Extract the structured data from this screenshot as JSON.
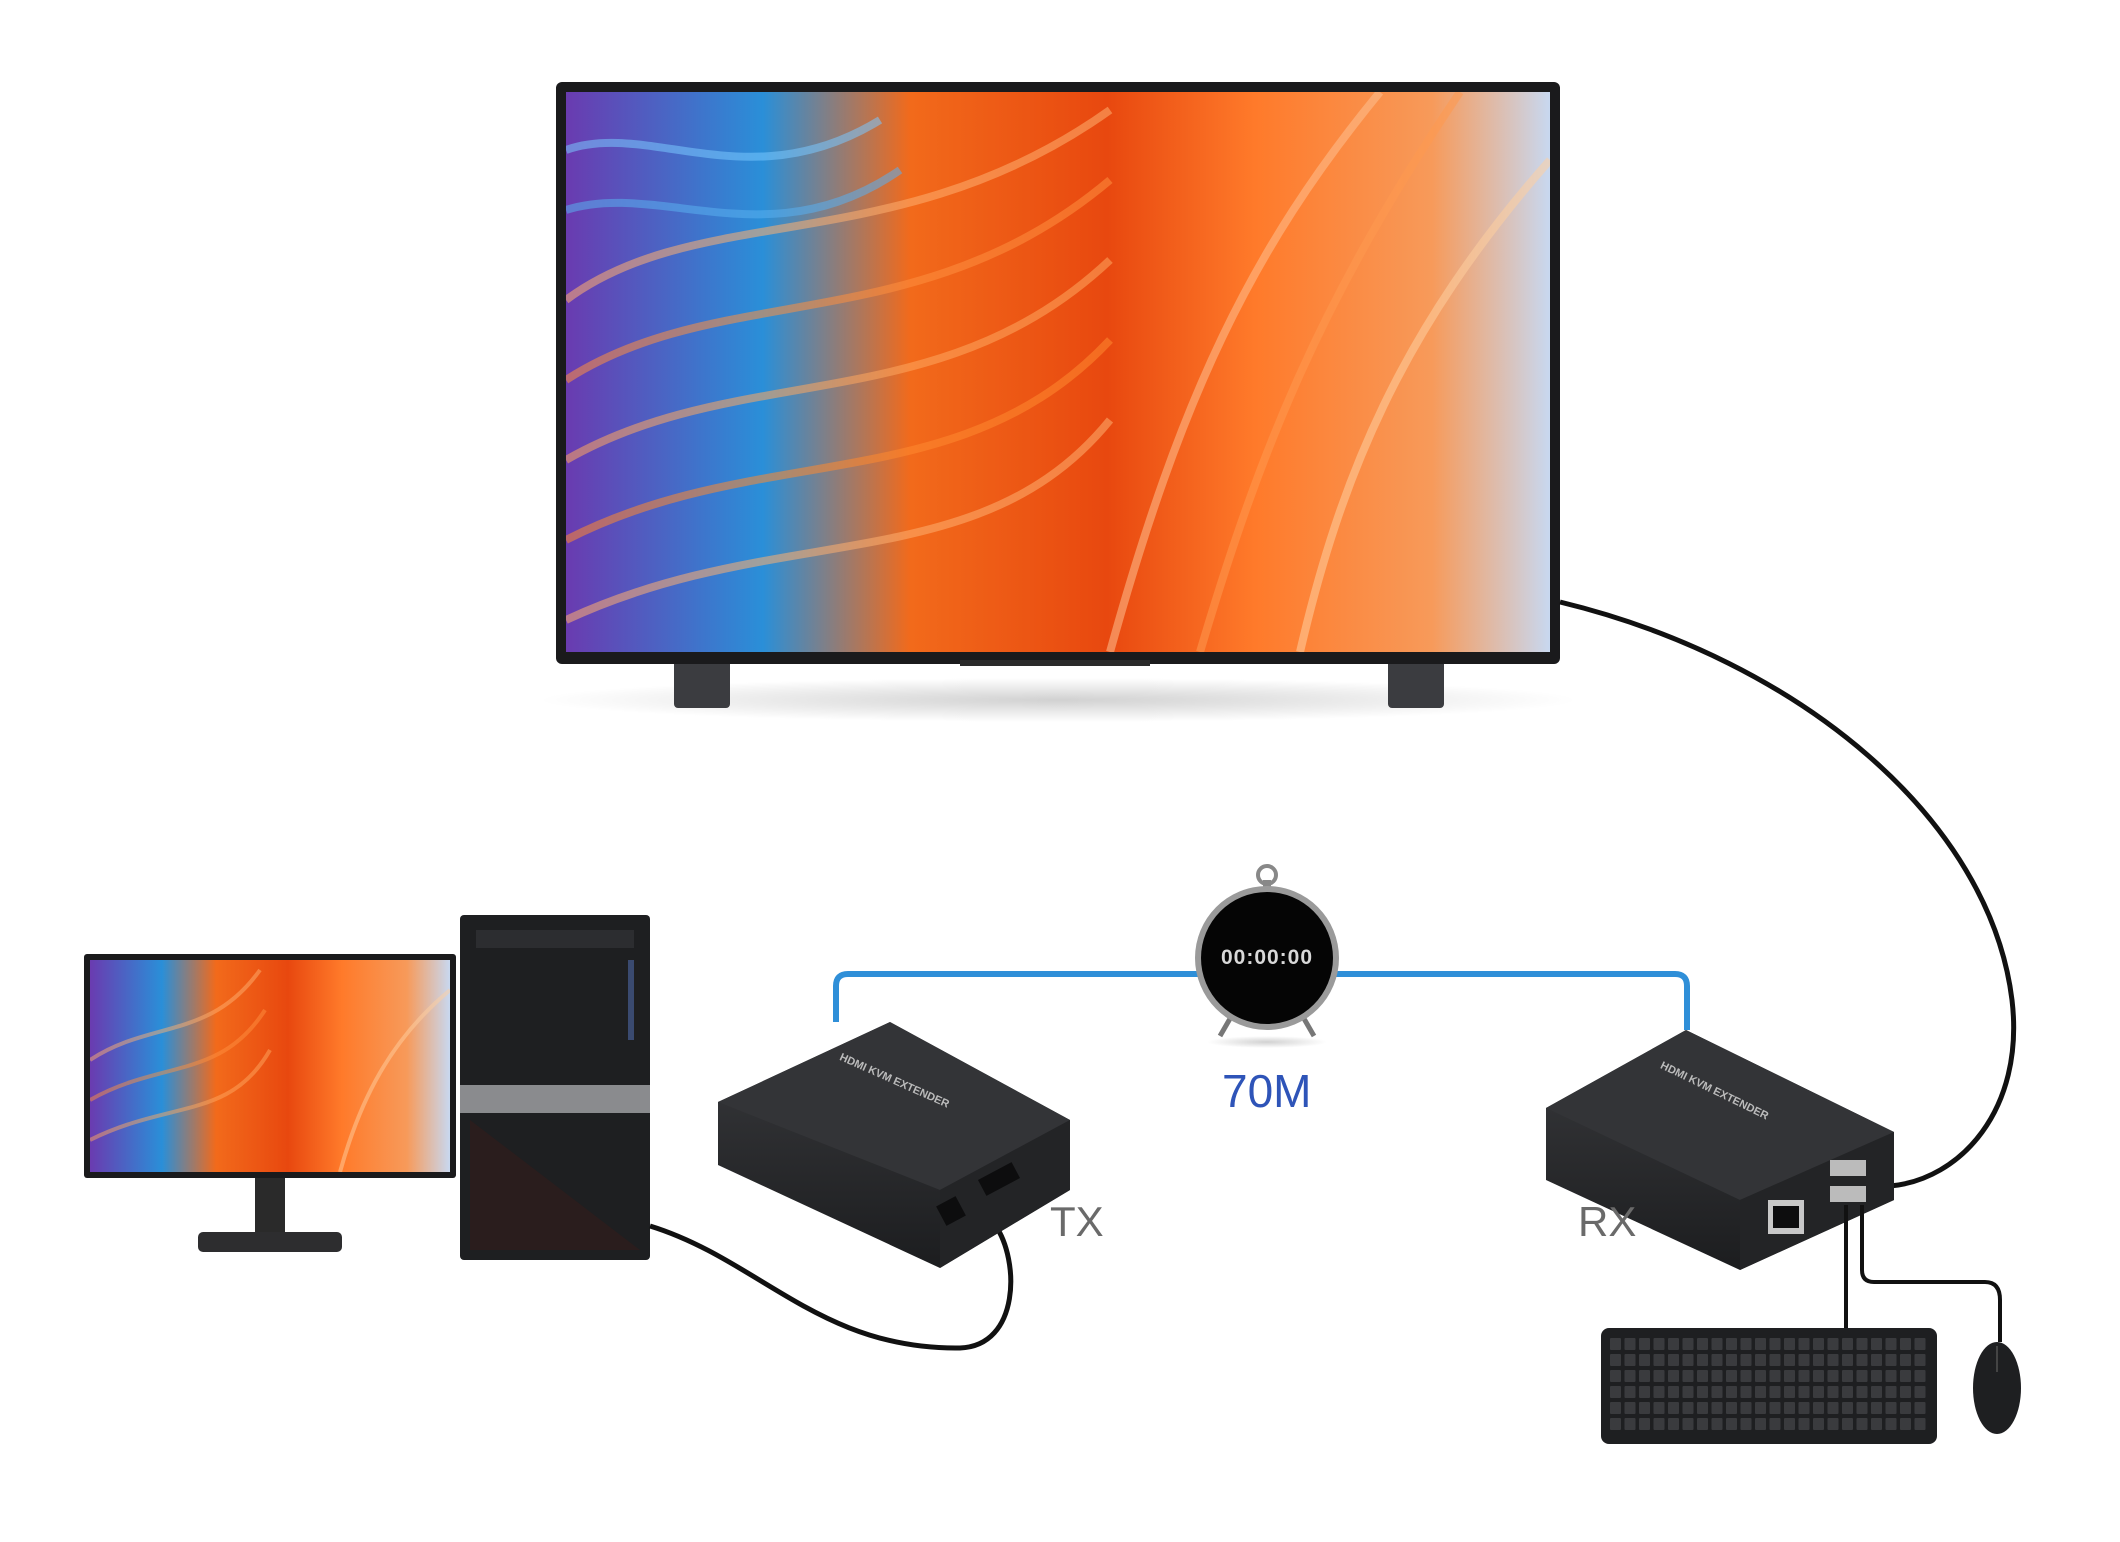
{
  "timer": {
    "display": "00:00:00"
  },
  "link": {
    "distance": "70M",
    "color": "#2f8fd8"
  },
  "devices": {
    "transmitter": {
      "label": "TX",
      "product_text": "HDMI KVM EXTENDER"
    },
    "receiver": {
      "label": "RX",
      "product_text": "HDMI KVM EXTENDER"
    }
  },
  "icons": [
    "tv",
    "monitor",
    "pc-tower",
    "stopwatch",
    "extender-box",
    "keyboard",
    "mouse"
  ],
  "colors": {
    "distance_text": "#2e54b8",
    "label_text": "#6a6a6a",
    "device_body": "#2a2b2d"
  }
}
